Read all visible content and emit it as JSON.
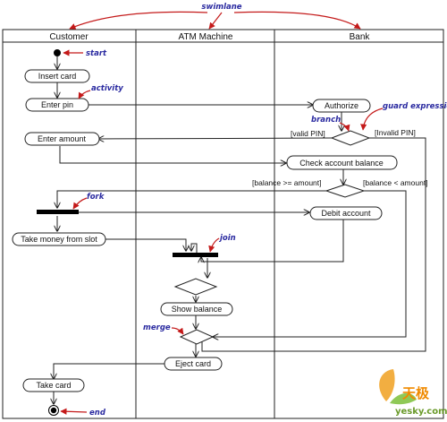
{
  "swimlane_label": "swimlane",
  "lanes": [
    "Customer",
    "ATM Machine",
    "Bank"
  ],
  "activities": {
    "insert_card": "Insert card",
    "enter_pin": "Enter pin",
    "authorize": "Authorize",
    "enter_amount": "Enter amount",
    "check_balance": "Check account balance",
    "debit_account": "Debit account",
    "take_money": "Take money from slot",
    "show_balance": "Show balance",
    "eject_card": "Eject card",
    "take_card": "Take card"
  },
  "guards": {
    "valid_pin": "[valid PIN]",
    "invalid_pin": "[Invalid PIN]",
    "balance_ge": "[balance >= amount]",
    "balance_lt": "[balance < amount]"
  },
  "annotations": {
    "start": "start",
    "activity": "activity",
    "branch": "branch",
    "guard_expression": "guard expression",
    "fork": "fork",
    "join": "join",
    "merge": "merge",
    "end": "end"
  },
  "watermark": {
    "brand": "天极",
    "site": "yesky.com"
  },
  "colors": {
    "annotation_arrow": "#c41a1a",
    "annotation_text": "#2a2aa0",
    "line": "#222222"
  }
}
